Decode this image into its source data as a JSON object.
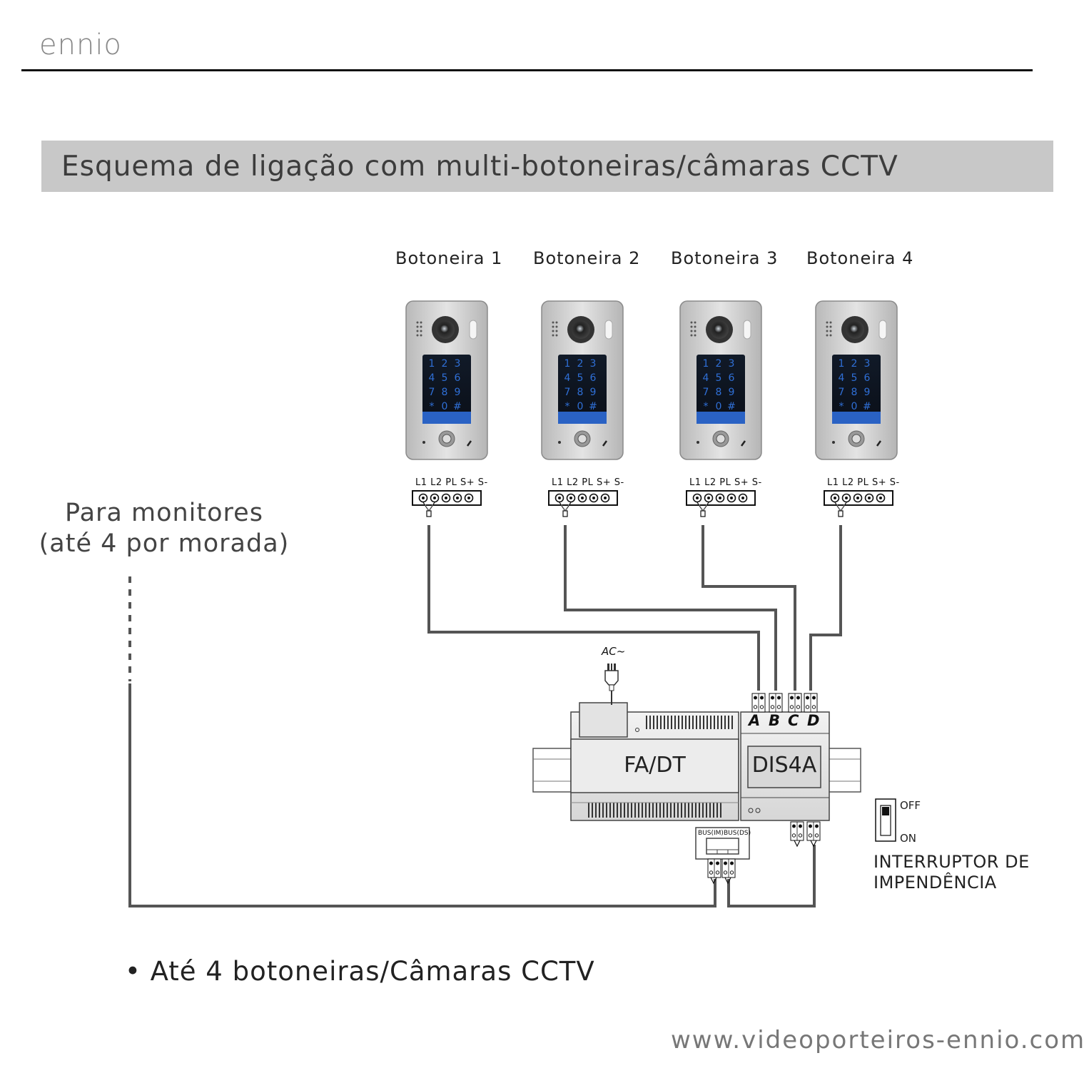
{
  "brand": {
    "logo": "ennio"
  },
  "header": {
    "title": "Esquema de ligação com multi-botoneiras/câmaras CCTV"
  },
  "panels": [
    {
      "label": "Botoneira 1",
      "terminals": "L1 L2 PL S+ S-",
      "keypad": [
        "1",
        "2",
        "3",
        "4",
        "5",
        "6",
        "7",
        "8",
        "9",
        "*",
        "0",
        "#"
      ]
    },
    {
      "label": "Botoneira 2",
      "terminals": "L1 L2 PL S+ S-",
      "keypad": [
        "1",
        "2",
        "3",
        "4",
        "5",
        "6",
        "7",
        "8",
        "9",
        "*",
        "0",
        "#"
      ]
    },
    {
      "label": "Botoneira 3",
      "terminals": "L1 L2 PL S+ S-",
      "keypad": [
        "1",
        "2",
        "3",
        "4",
        "5",
        "6",
        "7",
        "8",
        "9",
        "*",
        "0",
        "#"
      ]
    },
    {
      "label": "Botoneira 4",
      "terminals": "L1 L2 PL S+ S-",
      "keypad": [
        "1",
        "2",
        "3",
        "4",
        "5",
        "6",
        "7",
        "8",
        "9",
        "*",
        "0",
        "#"
      ]
    }
  ],
  "monitors": {
    "line1": "Para monitores",
    "line2": "(até 4 por morada)"
  },
  "power": {
    "ac_label": "AC~"
  },
  "modules": {
    "power_supply": "FA/DT",
    "distributor": "DIS4A",
    "inputs": [
      "A",
      "B",
      "C",
      "D"
    ],
    "bus_im": "BUS(IM)",
    "bus_ds": "BUS(DS)"
  },
  "switch": {
    "off": "OFF",
    "on": "ON",
    "caption_line1": "INTERRUPTOR DE",
    "caption_line2": "IMPENDÊNCIA"
  },
  "notes": {
    "bullet": "Até 4 botoneiras/Câmaras CCTV"
  },
  "footer": {
    "website": "www.videoporteiros-ennio.com"
  },
  "colors": {
    "title_bar": "#c8c8c8",
    "wire": "#555555",
    "keypad_blue": "#2f6fd6",
    "panel": "#d0d0d0"
  }
}
